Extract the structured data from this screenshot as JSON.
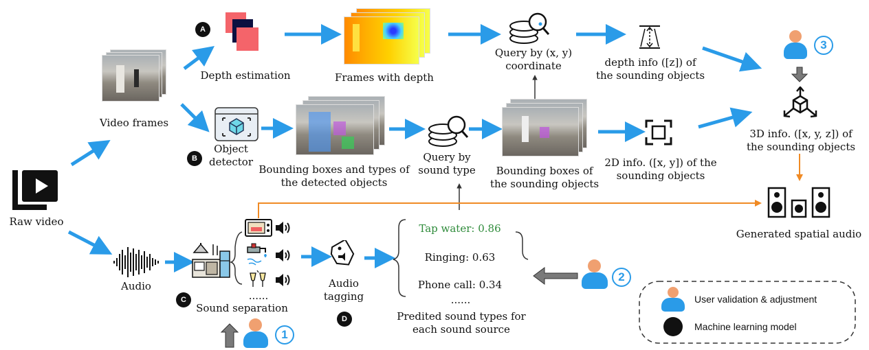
{
  "badges": {
    "a": "A",
    "b": "B",
    "c": "C",
    "d": "D"
  },
  "user_numbers": {
    "one": "1",
    "two": "2",
    "three": "3"
  },
  "labels": {
    "raw_video": "Raw video",
    "video_frames": "Video frames",
    "depth_estimation": "Depth estimation",
    "frames_with_depth": "Frames with depth",
    "query_xy": "Query by (x, y) coordinate",
    "depth_info": "depth info ([z]) of the sounding objects",
    "object_detector": "Object detector",
    "bbox_detected": "Bounding boxes and types of the detected objects",
    "query_sound_type": "Query by sound type",
    "bbox_sounding": "Bounding boxes of the sounding objects",
    "info_2d": "2D info. ([x, y]) of the sounding objects",
    "info_3d": "3D info. ([x, y, z]) of the sounding objects",
    "generated_audio": "Generated spatial audio",
    "audio": "Audio",
    "sound_separation": "Sound separation",
    "separation_dots": "......",
    "audio_tagging": "Audio tagging",
    "predicted_types": "Predited sound types for each sound source"
  },
  "sound_tags": {
    "tap_water": "Tap water: 0.86",
    "ringing": "Ringing: 0.63",
    "phone_call": "Phone call: 0.34",
    "dots": "......"
  },
  "legend": {
    "user": "User validation & adjustment",
    "model": "Machine learning model"
  },
  "colors": {
    "arrow_blue": "#2a9be8",
    "arrow_orange": "#f08a24",
    "highlight_green": "#2e8b3a",
    "user_head": "#f0a070",
    "user_body": "#2a9be8"
  }
}
